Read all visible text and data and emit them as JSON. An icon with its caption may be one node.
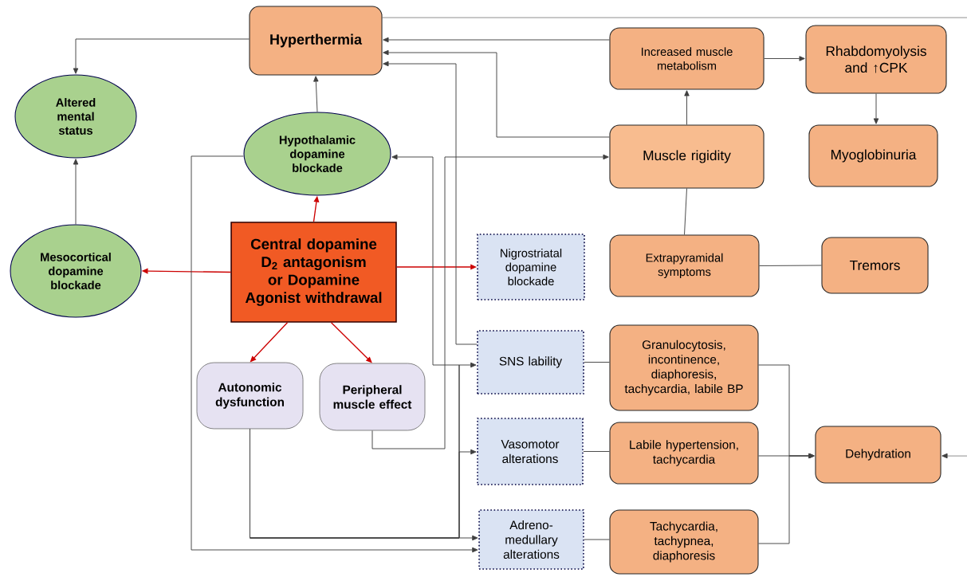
{
  "diagram": {
    "nodes": [
      {
        "text": [
          "Hyperthermia"
        ]
      },
      {
        "text": [
          "Increased muscle metabolism"
        ]
      },
      {
        "text": [
          "Rhabdomyolysis and ↑CPK"
        ]
      },
      {
        "text": [
          "Altered mental status"
        ]
      },
      {
        "text": [
          "Hypothalamic dopamine blockade"
        ]
      },
      {
        "text": [
          "Muscle rigidity"
        ]
      },
      {
        "text": [
          "Myoglobinuria"
        ]
      },
      {
        "text": [
          "Mesocortical dopamine blockade"
        ]
      },
      {
        "text": [
          "Central dopamine D$_{2}$ antagonism or Dopamine Agonist withdrawal"
        ]
      },
      {
        "text": [
          "Nigrostriatal dopamine blockade"
        ]
      },
      {
        "text": [
          "Extrapyramidal symptoms"
        ]
      },
      {
        "text": [
          "Tremors"
        ]
      },
      {
        "text": [
          "Autonomic dysfunction"
        ]
      },
      {
        "text": [
          "Peripheral muscle effect"
        ]
      },
      {
        "text": [
          "SNS lability"
        ]
      },
      {
        "text": [
          "Granulocytosis, incontinence, diaphoresis, tachycardia, labile BP"
        ]
      },
      {
        "text": [
          "Vasomotor alterations"
        ]
      },
      {
        "text": [
          "Labile hypertension, tachycardia"
        ]
      },
      {
        "text": [
          "Dehydration"
        ]
      },
      {
        "text": [
          "Adreno-medullary alterations"
        ]
      },
      {
        "text": [
          "Tachycardia, tachypnea, diaphoresis"
        ]
      }
    ],
    "edges": [
      {
        "from": 0,
        "to": 3,
        "arrow": "to"
      },
      {
        "from": 4,
        "to": 0,
        "arrow": "to"
      },
      {
        "from": 7,
        "to": 3,
        "arrow": "to"
      },
      {
        "from": 8,
        "to": 4,
        "arrow": "to",
        "color": "#cc0000"
      },
      {
        "from": 8,
        "to": 7,
        "arrow": "to",
        "color": "#cc0000"
      },
      {
        "from": 8,
        "to": 9,
        "arrow": "to",
        "color": "#cc0000"
      },
      {
        "from": 8,
        "to": 12,
        "arrow": "to",
        "color": "#cc0000"
      },
      {
        "from": 8,
        "to": 13,
        "arrow": "to",
        "color": "#cc0000"
      },
      {
        "from": 1,
        "to": 0,
        "arrow": "to"
      },
      {
        "from": 5,
        "to": 0,
        "arrow": "to"
      },
      {
        "from": 14,
        "to": 0,
        "arrow": "to"
      },
      {
        "from": 13,
        "to": 5,
        "arrow": "to"
      },
      {
        "from": 12,
        "to": 4,
        "arrow": "to"
      },
      {
        "from": 12,
        "to": 14,
        "arrow": "to"
      },
      {
        "from": 12,
        "to": 16,
        "arrow": "to"
      },
      {
        "from": 12,
        "to": 19,
        "arrow": "to"
      },
      {
        "from": 4,
        "to": 19,
        "arrow": "to"
      },
      {
        "from": 5,
        "to": 1,
        "arrow": "to"
      },
      {
        "from": 10,
        "to": 5,
        "arrow": "none"
      },
      {
        "from": 10,
        "to": 11,
        "arrow": "none"
      },
      {
        "from": 1,
        "to": 2,
        "arrow": "to"
      },
      {
        "from": 2,
        "to": 6,
        "arrow": "to"
      },
      {
        "from": 14,
        "to": 15,
        "arrow": "none"
      },
      {
        "from": 16,
        "to": 17,
        "arrow": "none"
      },
      {
        "from": 19,
        "to": 20,
        "arrow": "none"
      },
      {
        "from": 15,
        "to": 18,
        "arrow": "to"
      },
      {
        "from": 17,
        "to": 18,
        "arrow": "to"
      },
      {
        "from": 20,
        "to": 18,
        "arrow": "to"
      },
      {
        "from": 0,
        "to": null,
        "arrow": "none"
      },
      {
        "from": null,
        "to": 18,
        "arrow": "to"
      }
    ]
  }
}
